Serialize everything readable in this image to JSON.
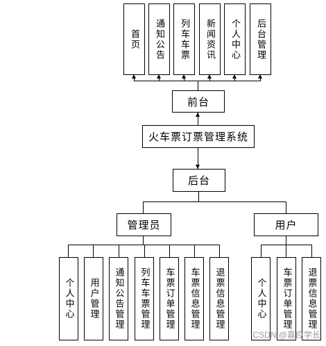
{
  "front_modules": [
    "首页",
    "通知公告",
    "列车车票",
    "新闻资讯",
    "个人中心",
    "后台管理"
  ],
  "front_label": "前台",
  "system_title": "火车票订票管理系统",
  "back_label": "后台",
  "admin_label": "管理员",
  "user_label": "用户",
  "admin_modules": [
    "个人中心",
    "用户管理",
    "通知公告管理",
    "列车车票管理",
    "车票订单管理",
    "车票信息管理",
    "退票信息管理"
  ],
  "user_modules": [
    "个人中心",
    "车票订单管理",
    "退票信息管理"
  ],
  "watermark": "CSDN @嘉应学长"
}
